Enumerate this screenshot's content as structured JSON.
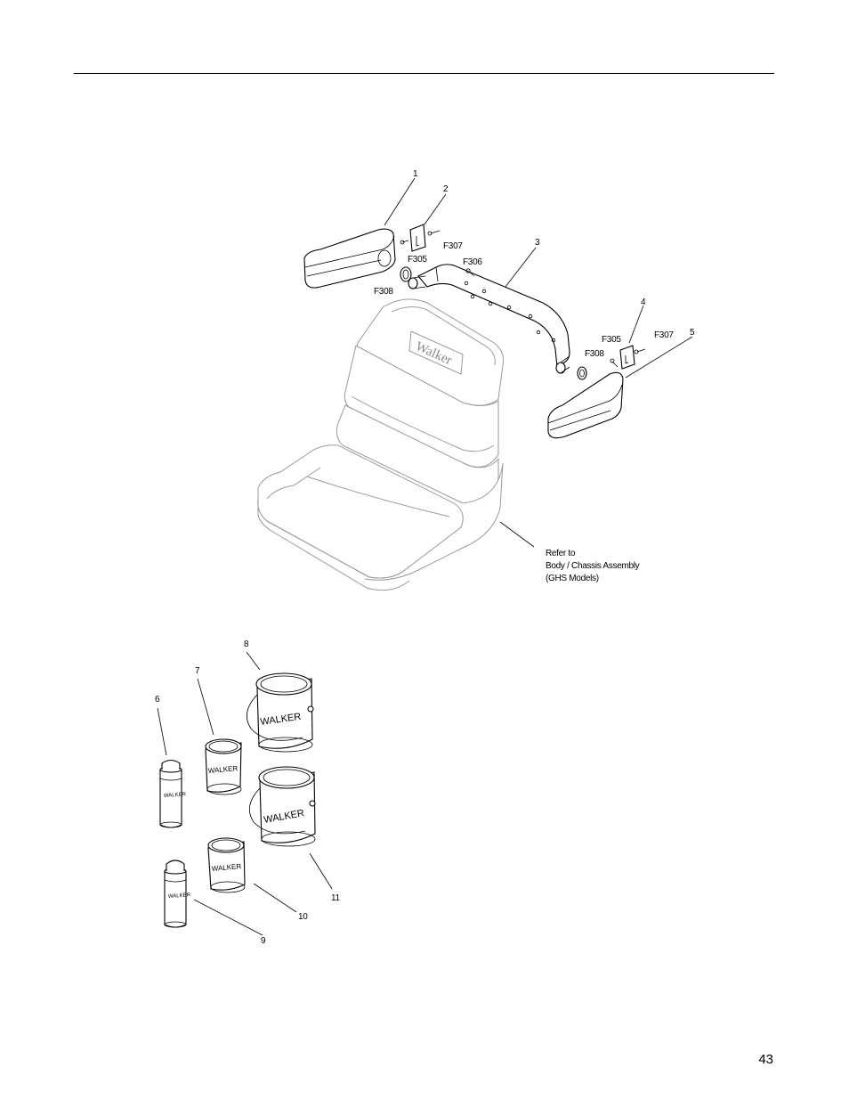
{
  "page": {
    "number": "43"
  },
  "callouts": {
    "c1": "1",
    "c2": "2",
    "c3": "3",
    "c4": "4",
    "c5": "5",
    "c6": "6",
    "c7": "7",
    "c8": "8",
    "c9": "9",
    "c10": "10",
    "c11": "11",
    "f305a": "F305",
    "f307a": "F307",
    "f306": "F306",
    "f308a": "F308",
    "f305b": "F305",
    "f307b": "F307",
    "f308b": "F308"
  },
  "seat": {
    "backrest_logo": "Walker"
  },
  "note": {
    "line1": "Refer to",
    "line2": "Body / Chassis Assembly",
    "line3": "(GHS Models)"
  },
  "paint": {
    "can_label": "WALKER",
    "gallon_label": "WALKER"
  }
}
